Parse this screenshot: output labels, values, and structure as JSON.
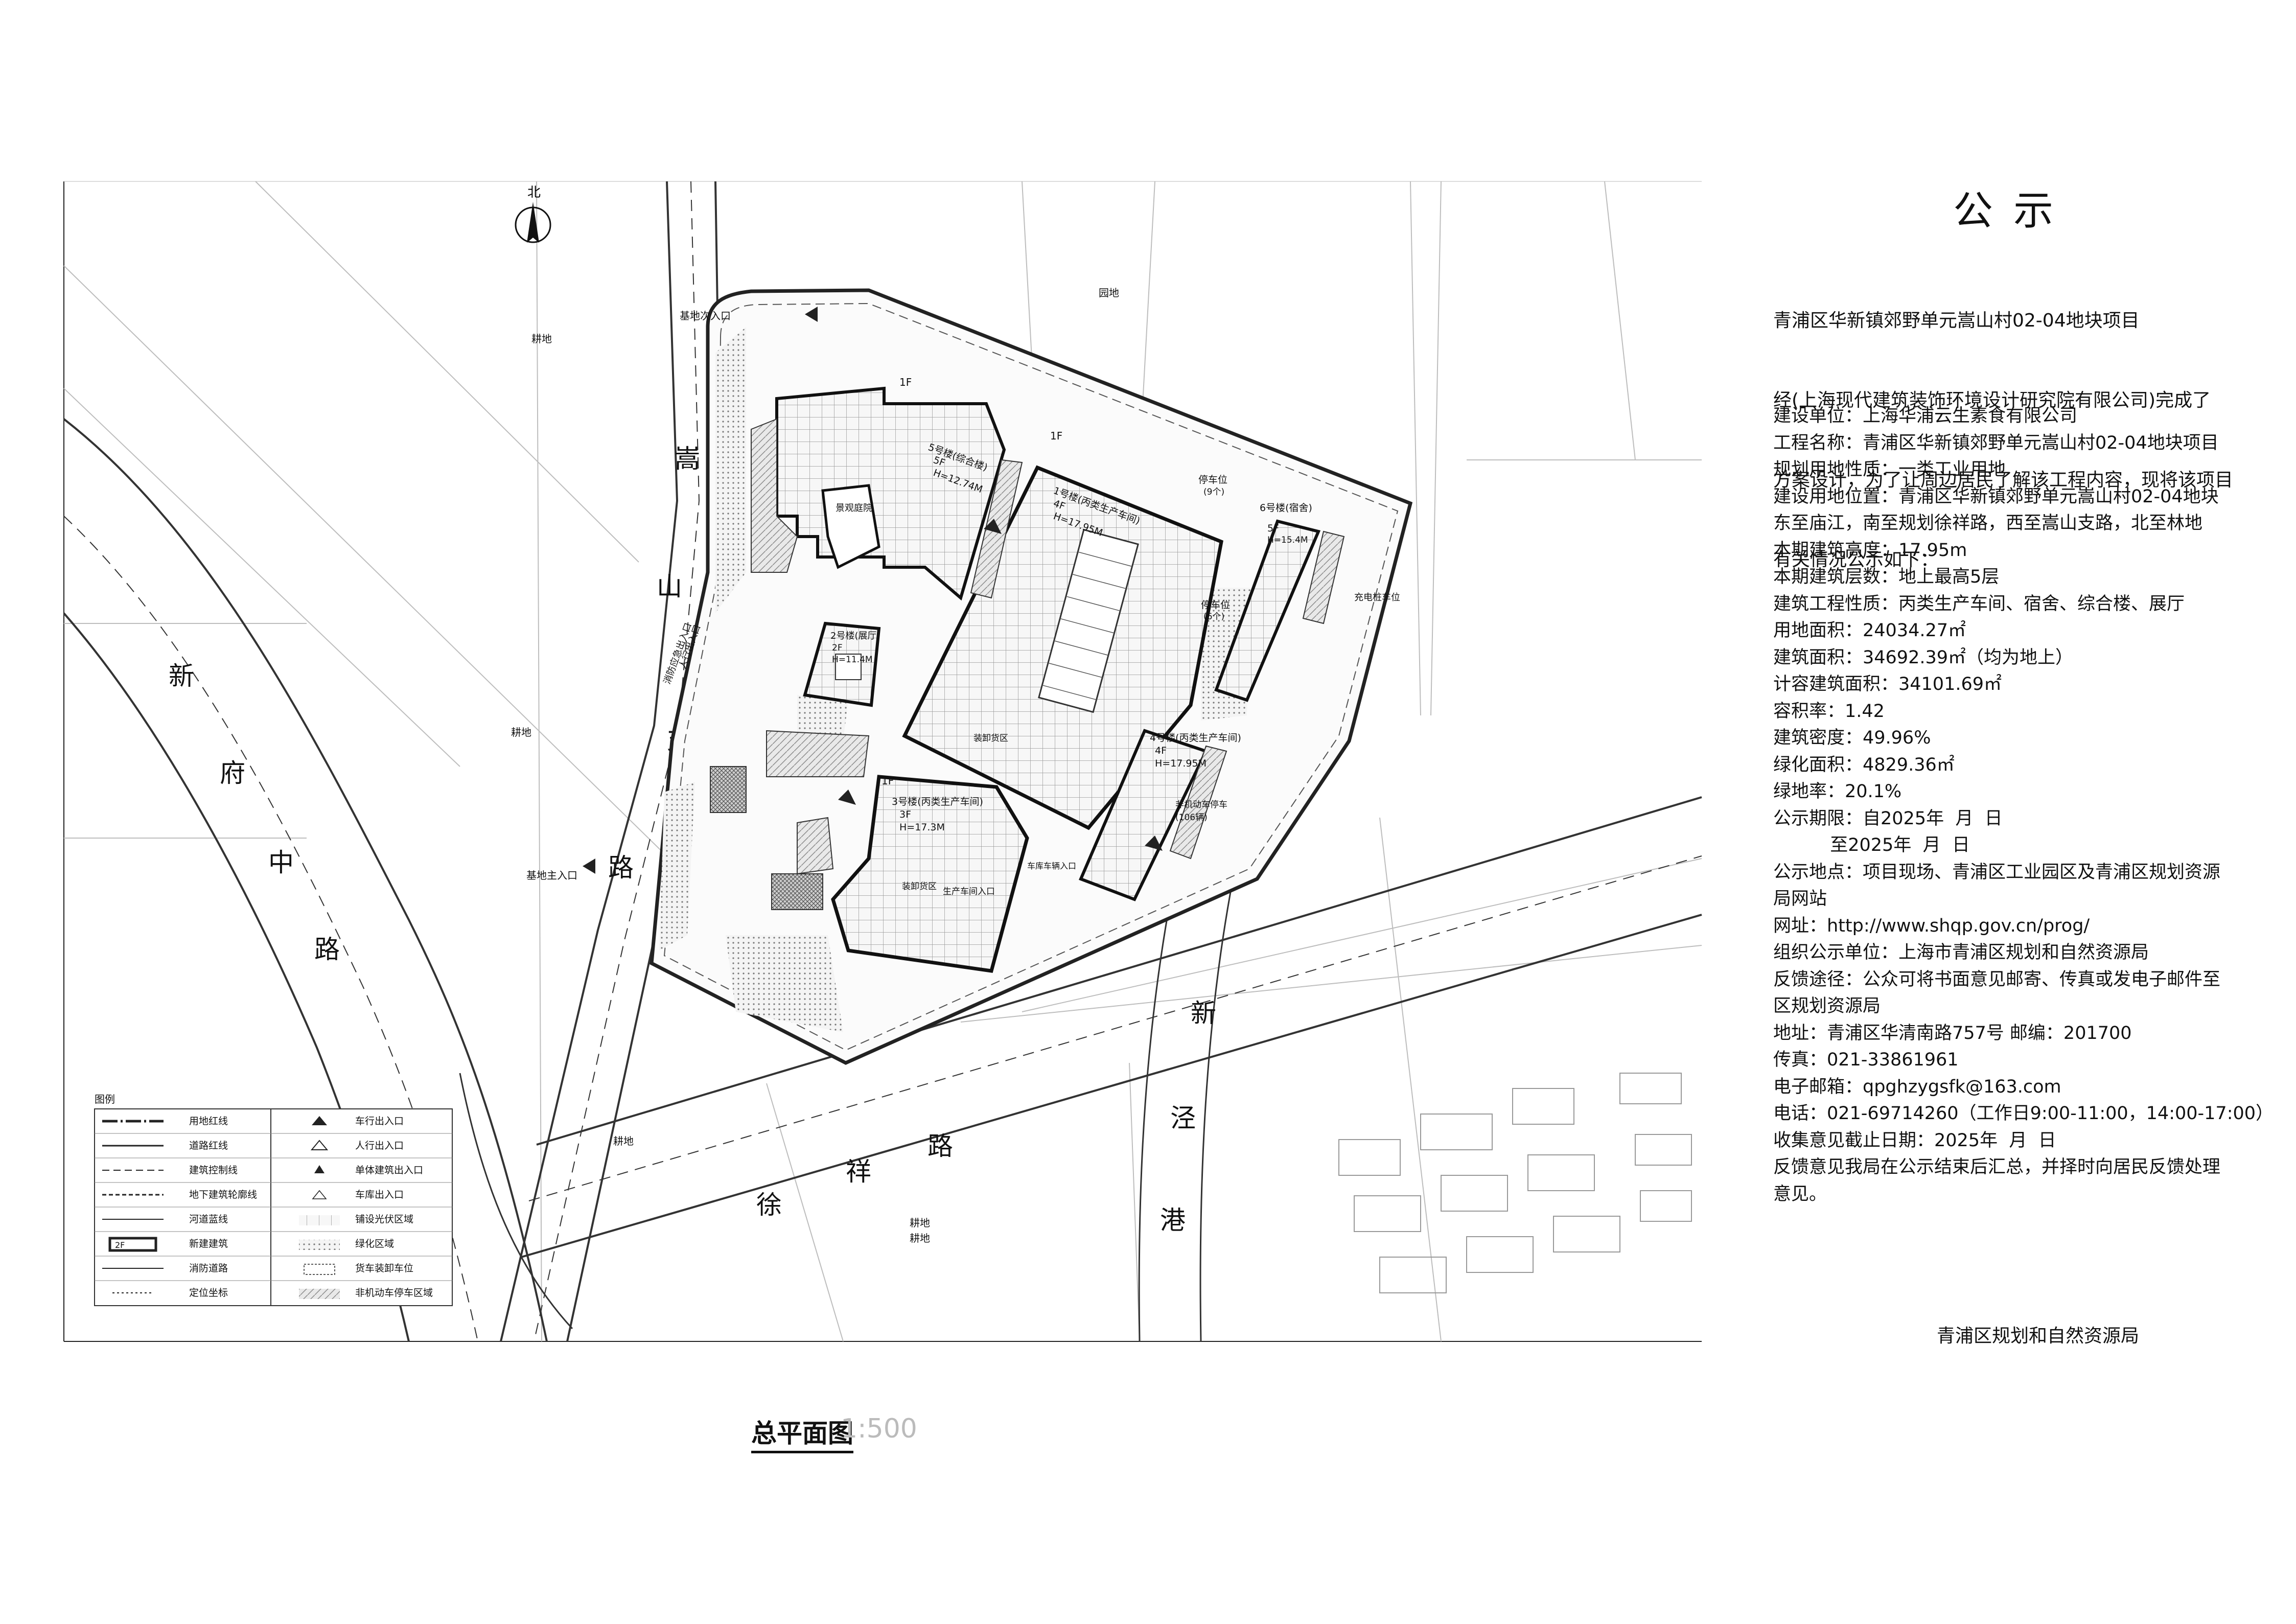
{
  "notice": {
    "title": "公示",
    "intro": [
      "青浦区华新镇郊野单元嵩山村02-04地块项目",
      "经(上海现代建筑装饰环境设计研究院有限公司)完成了",
      "方案设计，为了让周边居民了解该工程内容，现将该项目",
      "有关情况公示如下："
    ],
    "items": [
      "建设单位：上海华浦云生素食有限公司",
      "工程名称：青浦区华新镇郊野单元嵩山村02-04地块项目",
      "规划用地性质：一类工业用地",
      "建设用地位置：青浦区华新镇郊野单元嵩山村02-04地块",
      "东至庙江，南至规划徐祥路，西至嵩山支路，北至林地",
      "本期建筑高度：17.95m",
      "本期建筑层数：地上最高5层",
      "建筑工程性质：丙类生产车间、宿舍、综合楼、展厅",
      "用地面积：24034.27㎡",
      "建筑面积：34692.39㎡（均为地上）",
      "计容建筑面积：34101.69㎡",
      "容积率：1.42",
      "建筑密度：49.96%",
      "绿化面积：4829.36㎡",
      "绿地率：20.1%",
      "公示期限：自2025年  月  日",
      "          至2025年  月  日",
      "公示地点：项目现场、青浦区工业园区及青浦区规划资源",
      "局网站",
      "网址：http://www.shqp.gov.cn/prog/",
      "组织公示单位：上海市青浦区规划和自然资源局",
      "反馈途径：公众可将书面意见邮寄、传真或发电子邮件至",
      "区规划资源局",
      "地址：青浦区华清南路757号 邮编：201700",
      "传真：021-33861961",
      "电子邮箱：qpghzygsfk@163.com",
      "电话：021-69714260（工作日9:00-11:00，14:00-17:00）",
      "收集意见截止日期：2025年  月  日",
      "反馈意见我局在公示结束后汇总，并择时向居民反馈处理",
      "意见。"
    ],
    "signature": "青浦区规划和自然资源局"
  },
  "plan": {
    "title": "总平面图",
    "scale": "1:500",
    "north": "北",
    "roads": {
      "xinfu": [
        "新",
        "府",
        "中",
        "路"
      ],
      "songshan": [
        "嵩",
        "山",
        "支",
        "路"
      ],
      "xuxiang": [
        "徐",
        "祥",
        "路"
      ],
      "xinjing": [
        "新",
        "泾",
        "港"
      ]
    },
    "entrances": {
      "motor_north": "基地次入口",
      "motor_west": "基地主入口",
      "fire": "消防应急出入口",
      "pedestrian": "人行出入口"
    },
    "labels": {
      "farmland": "耕地",
      "orchard": "园地",
      "one_f": "1F",
      "b5": "5号楼(综合楼)",
      "b5_floor": "5F",
      "b5_h": "H=12.74M",
      "courtyard": "景观庭院",
      "b1": "1号楼(丙类生产车间)",
      "b1_floor": "4F",
      "b1_h": "H=17.95M",
      "b2": "2号楼(展厅)",
      "b2_floor": "2F",
      "b2_h": "H=11.4M",
      "b3": "3号楼(丙类生产车间)",
      "b3_floor": "3F",
      "b3_h": "H=17.3M",
      "b4": "4号楼(丙类生产车间)",
      "b4_floor": "4F",
      "b4_h": "H=17.95M",
      "b6": "6号楼(宿舍)",
      "b6_floor": "5F",
      "b6_h": "H=15.4M",
      "parking": "停车位",
      "parking_n": "(6个)",
      "parking_9": "(9个)",
      "bike": "非机动车停车",
      "bike_n": "(106辆)",
      "ev": "充电桩车位",
      "truck_entry": "车库车辆入口",
      "loading": "装卸货区",
      "prod_entry": "生产车间入口"
    }
  },
  "legend": {
    "title": "图例",
    "left": [
      "用地红线",
      "道路红线",
      "建筑控制线",
      "地下建筑轮廓线",
      "河道蓝线",
      "新建建筑",
      "消防道路",
      "定位坐标"
    ],
    "left_tag": "2F",
    "right": [
      "车行出入口",
      "人行出入口",
      "单体建筑出入口",
      "车库出入口",
      "铺设光伏区域",
      "绿化区域",
      "货车装卸车位",
      "非机动车停车区域"
    ]
  }
}
